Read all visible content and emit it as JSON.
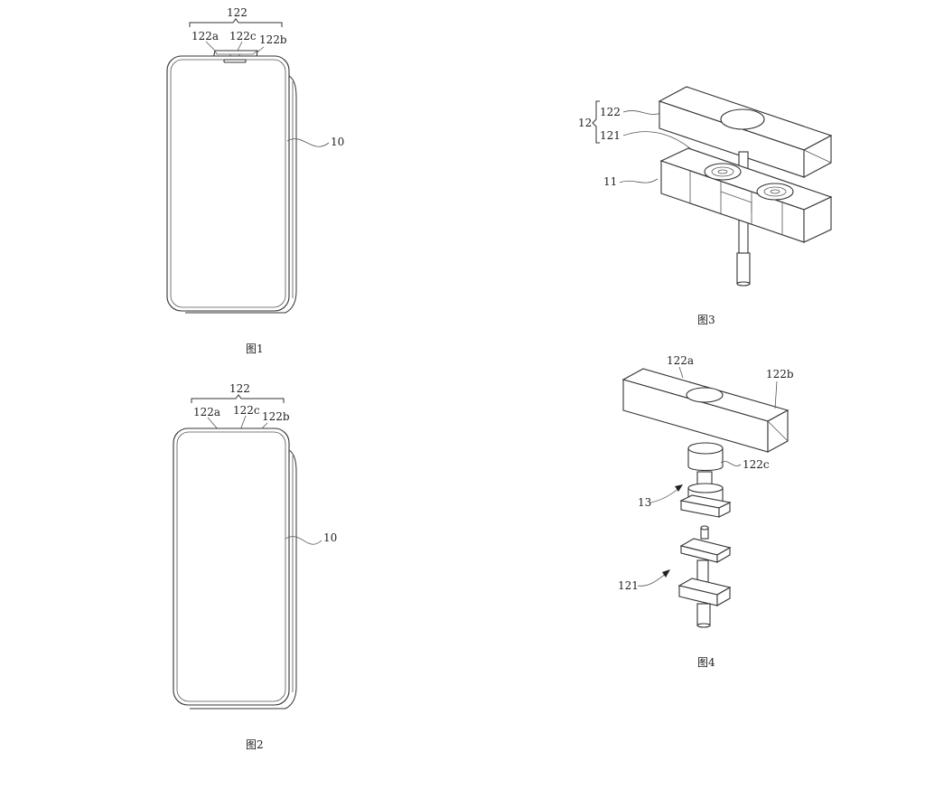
{
  "figures": [
    {
      "caption": "图1",
      "labels": {
        "module": "122",
        "left": "122a",
        "center": "122c",
        "right": "122b",
        "phone": "10"
      }
    },
    {
      "caption": "图2",
      "labels": {
        "module": "122",
        "left": "122a",
        "center": "122c",
        "right": "122b",
        "phone": "10"
      }
    },
    {
      "caption": "图3",
      "labels": {
        "assembly": "12",
        "cover": "122",
        "shaft": "121",
        "base": "11"
      }
    },
    {
      "caption": "图4",
      "labels": {
        "left": "122a",
        "right": "122b",
        "center": "122c",
        "part13": "13",
        "part121": "121"
      }
    }
  ]
}
